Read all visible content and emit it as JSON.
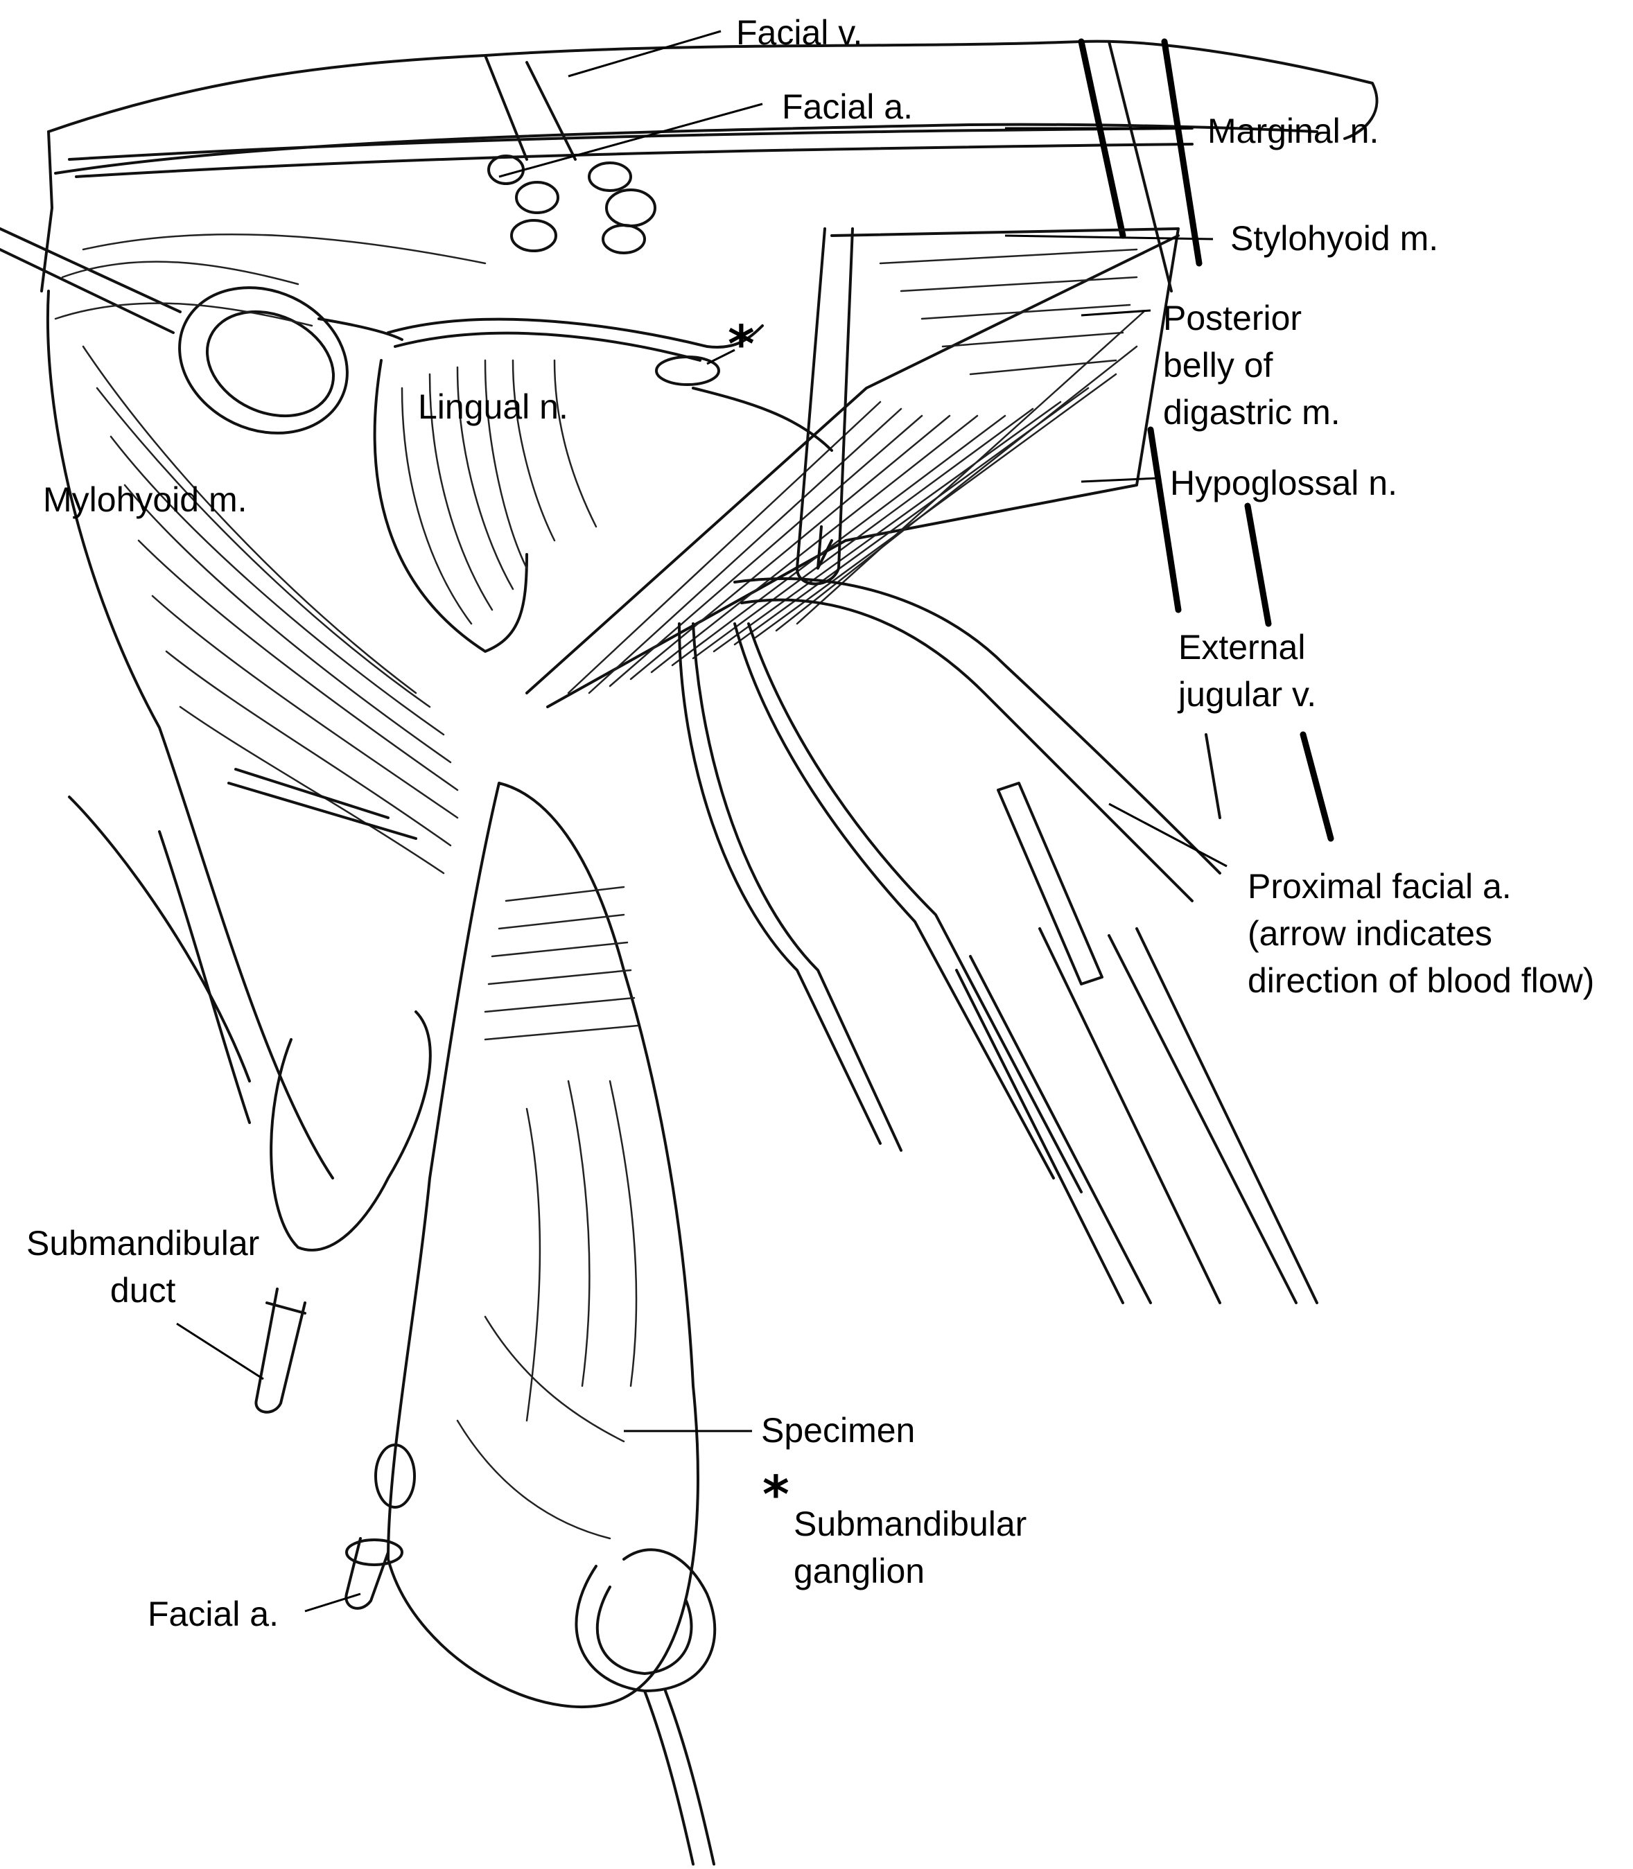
{
  "labels": {
    "facial_v": "Facial v.",
    "facial_a_top": "Facial a.",
    "marginal_n": "Marginal n.",
    "stylohyoid_m": "Stylohyoid m.",
    "posterior_belly": [
      "Posterior",
      "belly of",
      "digastric m."
    ],
    "hypoglossal_n": "Hypoglossal n.",
    "lingual_n": "Lingual n.",
    "mylohyoid_m": "Mylohyoid m.",
    "external_jugular_v": [
      "External",
      "jugular v."
    ],
    "proximal_facial_a": [
      "Proximal facial a.",
      "(arrow indicates",
      "direction of blood flow)"
    ],
    "submandibular_duct": [
      "Submandibular",
      "duct"
    ],
    "specimen": "Specimen",
    "asterisk": "*",
    "submandibular_ganglion": [
      "Submandibular",
      "ganglion"
    ],
    "facial_a_bottom": "Facial a."
  }
}
